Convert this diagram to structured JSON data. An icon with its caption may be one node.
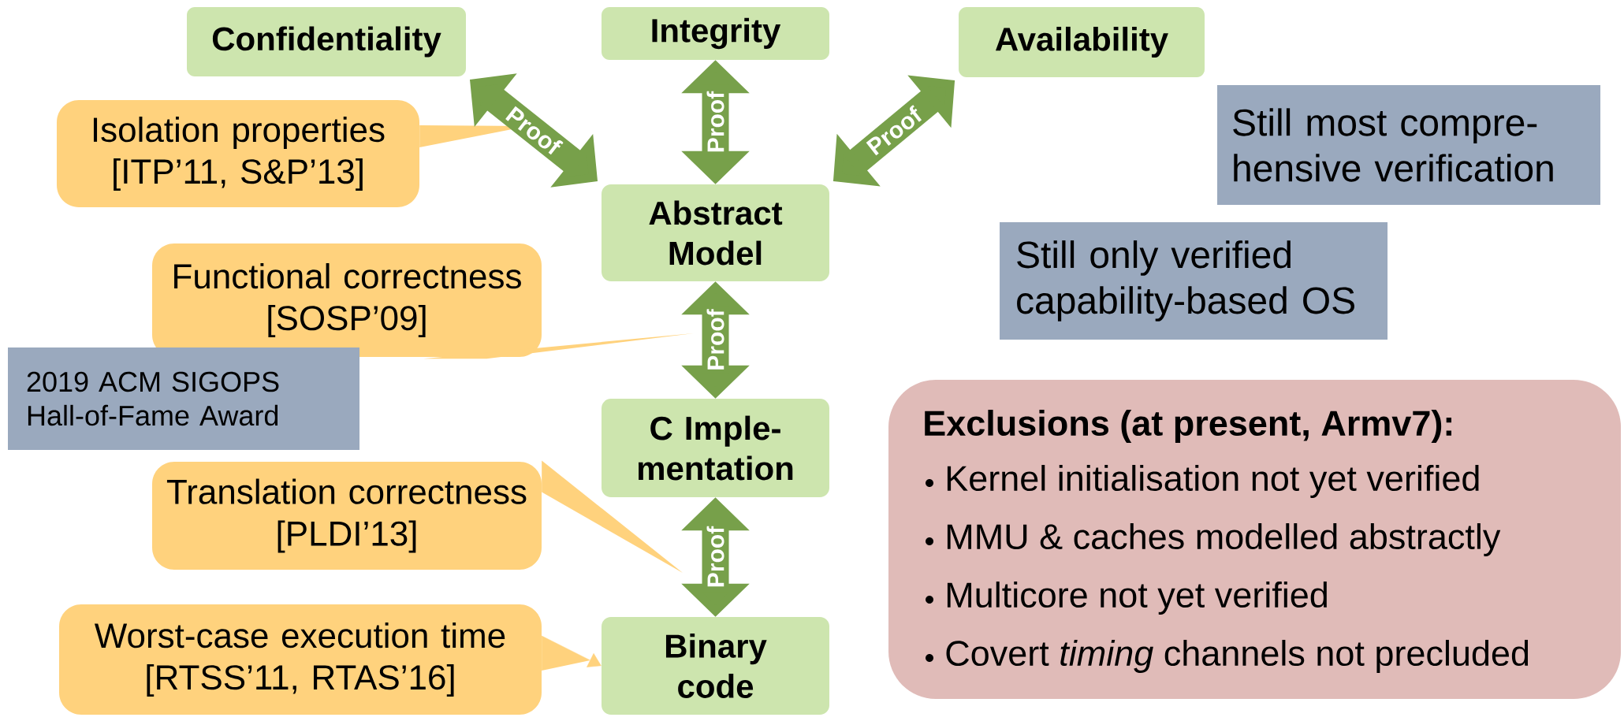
{
  "diagram": {
    "nodes": [
      {
        "text": [
          "Confidentiality"
        ]
      },
      {
        "text": [
          "Integrity"
        ]
      },
      {
        "text": [
          "Availability"
        ]
      },
      {
        "text": [
          "Isolation properties",
          "[ITP’11, S&P’13]"
        ]
      },
      {
        "text": [
          "Still most compre- hensive verification"
        ]
      },
      {
        "text": [
          "Abstract Model"
        ]
      },
      {
        "text": [
          "Still only verified capability-based OS"
        ]
      },
      {
        "text": [
          "Functional correctness",
          "[SOSP’09]"
        ]
      },
      {
        "text": [
          "2019 ACM SIGOPS Hall-of-Fame Award"
        ]
      },
      {
        "text": [
          "C Imple- mentation"
        ]
      },
      {
        "text": [
          "Exclusions (at present, Armv7):",
          "Kernel initialisation not yet verified",
          "MMU & caches modelled abstractly",
          "Multicore not yet verified",
          "Covert *timing* channels not precluded"
        ]
      },
      {
        "text": [
          "Translation correctness",
          "[PLDI’13]"
        ]
      },
      {
        "text": [
          "Worst-case execution time",
          "[RTSS’11, RTAS’16]"
        ]
      },
      {
        "text": [
          "Binary code"
        ]
      }
    ],
    "edges": [
      {
        "from": 0,
        "to": 5,
        "arrow": "both",
        "label": "Proof"
      },
      {
        "from": 1,
        "to": 5,
        "arrow": "both",
        "label": "Proof"
      },
      {
        "from": 2,
        "to": 5,
        "arrow": "both",
        "label": "Proof"
      },
      {
        "from": 5,
        "to": 9,
        "arrow": "both",
        "label": "Proof"
      },
      {
        "from": 9,
        "to": 13,
        "arrow": "both",
        "label": "Proof"
      },
      {
        "from": 12,
        "to": 13,
        "arrow": "to",
        "color": "#ffd27d"
      }
    ]
  }
}
